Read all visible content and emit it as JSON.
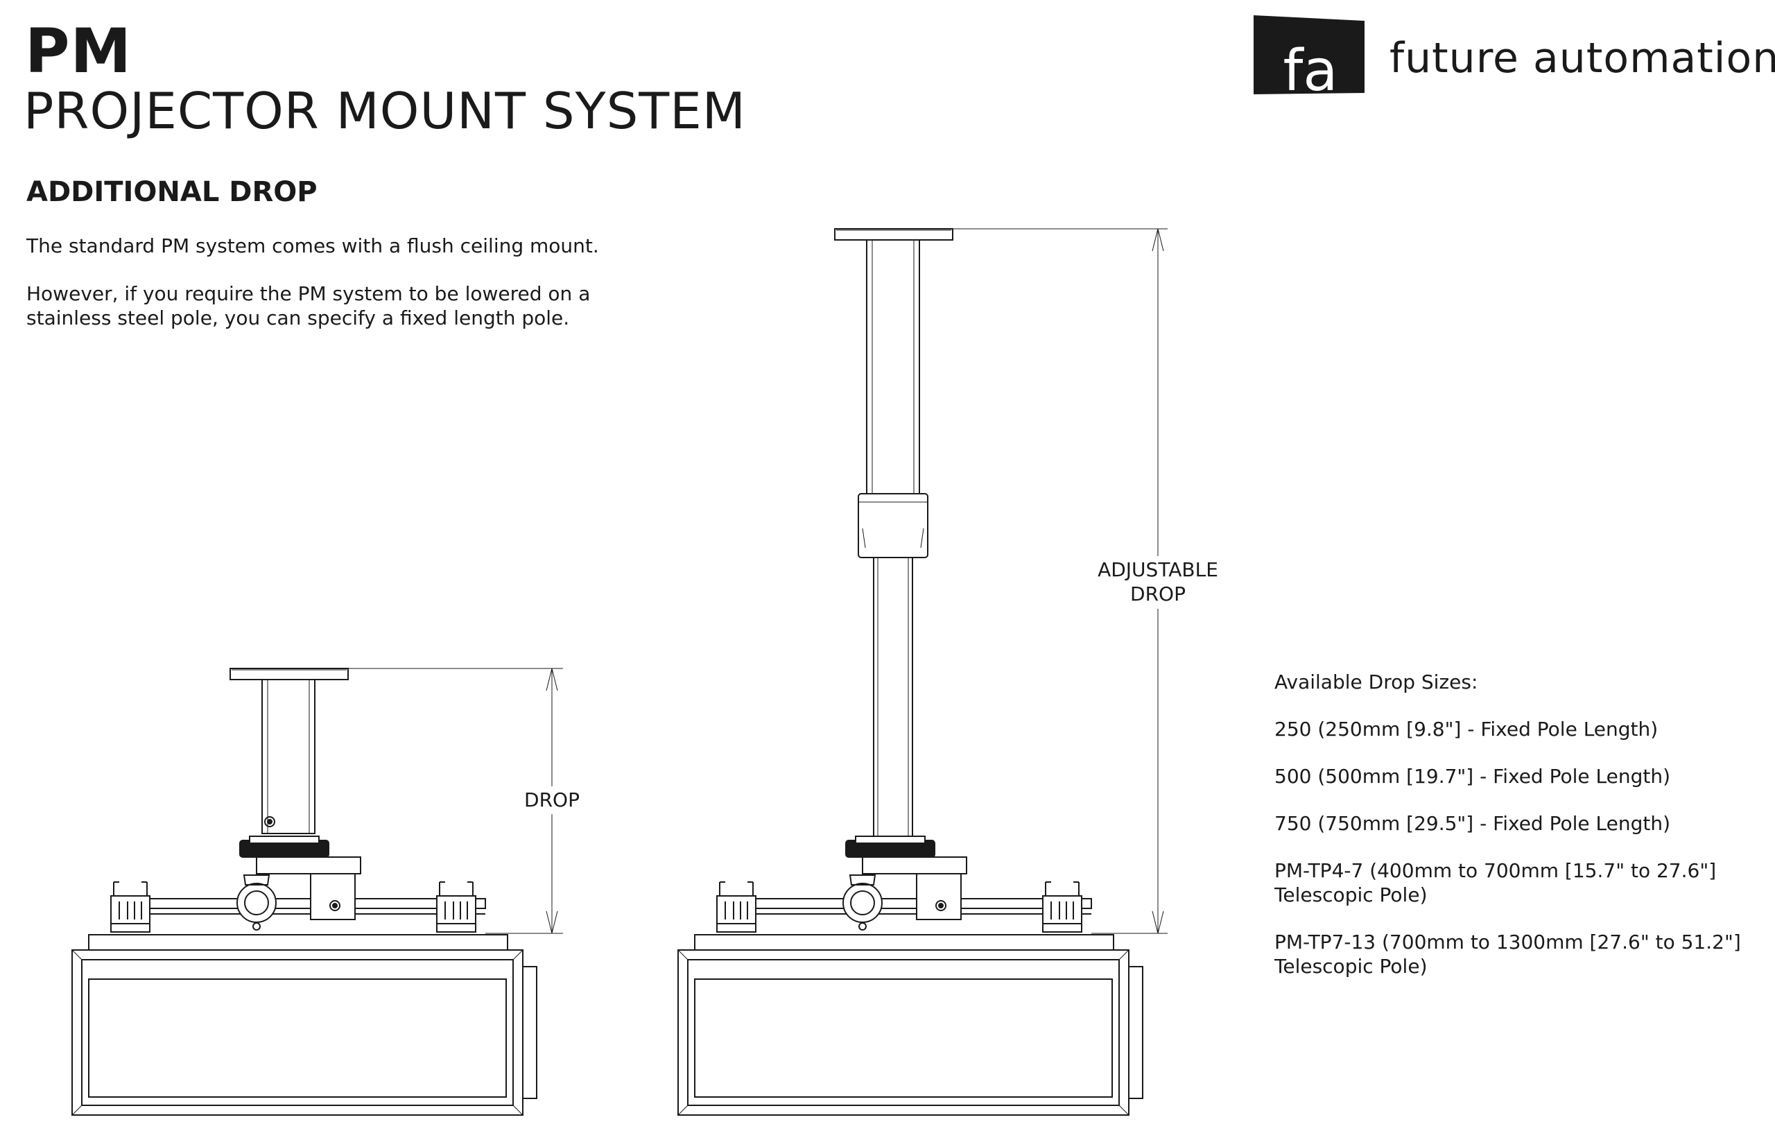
{
  "header": {
    "title": "PM",
    "subtitle": "PROJECTOR MOUNT SYSTEM"
  },
  "brand": {
    "logo_mark": "fa",
    "name": "future automation",
    "logo_color": "#1a1a1a"
  },
  "section": {
    "title": "ADDITIONAL DROP",
    "paragraphs": [
      "The standard PM system comes with a flush ceiling mount.",
      "However, if you require the PM system to be lowered on a stainless steel pole, you can specify a fixed length pole."
    ]
  },
  "diagram": {
    "left_label": "DROP",
    "right_label_line1": "ADJUSTABLE",
    "right_label_line2": "DROP"
  },
  "drop_sizes": {
    "heading": "Available Drop Sizes:",
    "items": [
      "250 (250mm [9.8\"] - Fixed Pole Length)",
      "500 (500mm [19.7\"] - Fixed Pole Length)",
      "750 (750mm [29.5\"] - Fixed Pole Length)",
      "PM-TP4-7 (400mm to 700mm [15.7\" to 27.6\"] Telescopic Pole)",
      "PM-TP7-13 (700mm to 1300mm [27.6\" to 51.2\"] Telescopic Pole)"
    ]
  }
}
